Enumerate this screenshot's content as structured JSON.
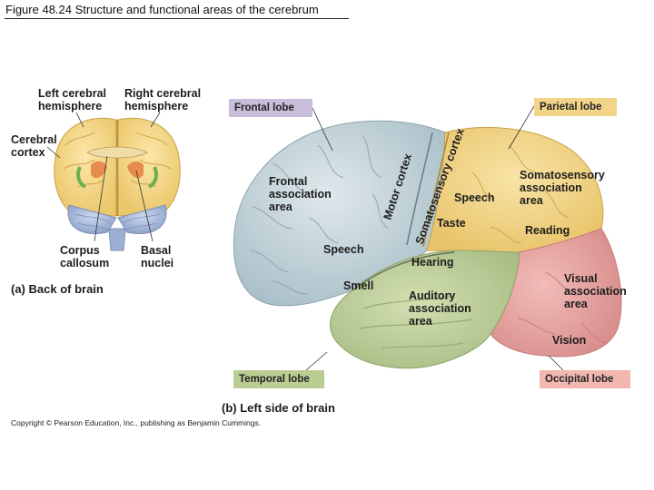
{
  "title": "Figure 48.24 Structure and functional areas of the cerebrum",
  "panel_a": {
    "caption": "(a) Back of brain",
    "left_hemisphere": [
      "Left cerebral",
      "hemisphere"
    ],
    "right_hemisphere": [
      "Right cerebral",
      "hemisphere"
    ],
    "cerebral_cortex": [
      "Cerebral",
      "cortex"
    ],
    "corpus_callosum": [
      "Corpus",
      "callosum"
    ],
    "basal_nuclei": [
      "Basal",
      "nuclei"
    ]
  },
  "panel_b": {
    "caption": "(b) Left side of brain",
    "lobes": {
      "frontal": "Frontal lobe",
      "parietal": "Parietal lobe",
      "temporal": "Temporal lobe",
      "occipital": "Occipital lobe"
    },
    "areas": {
      "frontal_association": [
        "Frontal",
        "association",
        "area"
      ],
      "motor_cortex": "Motor cortex",
      "somatosensory_cortex": "Somatosensory cortex",
      "somatosensory_association": [
        "Somatosensory",
        "association",
        "area"
      ],
      "speech_parietal": "Speech",
      "taste": "Taste",
      "reading": "Reading",
      "speech_frontal": "Speech",
      "hearing": "Hearing",
      "smell": "Smell",
      "auditory_association": [
        "Auditory",
        "association",
        "area"
      ],
      "visual_association": [
        "Visual",
        "association",
        "area"
      ],
      "vision": "Vision"
    }
  },
  "copyright": "Copyright © Pearson Education, Inc., publishing as Benjamin Cummings.",
  "colors": {
    "frontal": "#c9d8de",
    "parietal": "#f2d488",
    "temporal": "#bfcf9a",
    "occipital": "#e7a3a1",
    "frontal_tag": "#c8bedb",
    "parietal_tag": "#f3d58a",
    "temporal_tag": "#b9cd93",
    "occipital_tag": "#f1b7b0"
  }
}
